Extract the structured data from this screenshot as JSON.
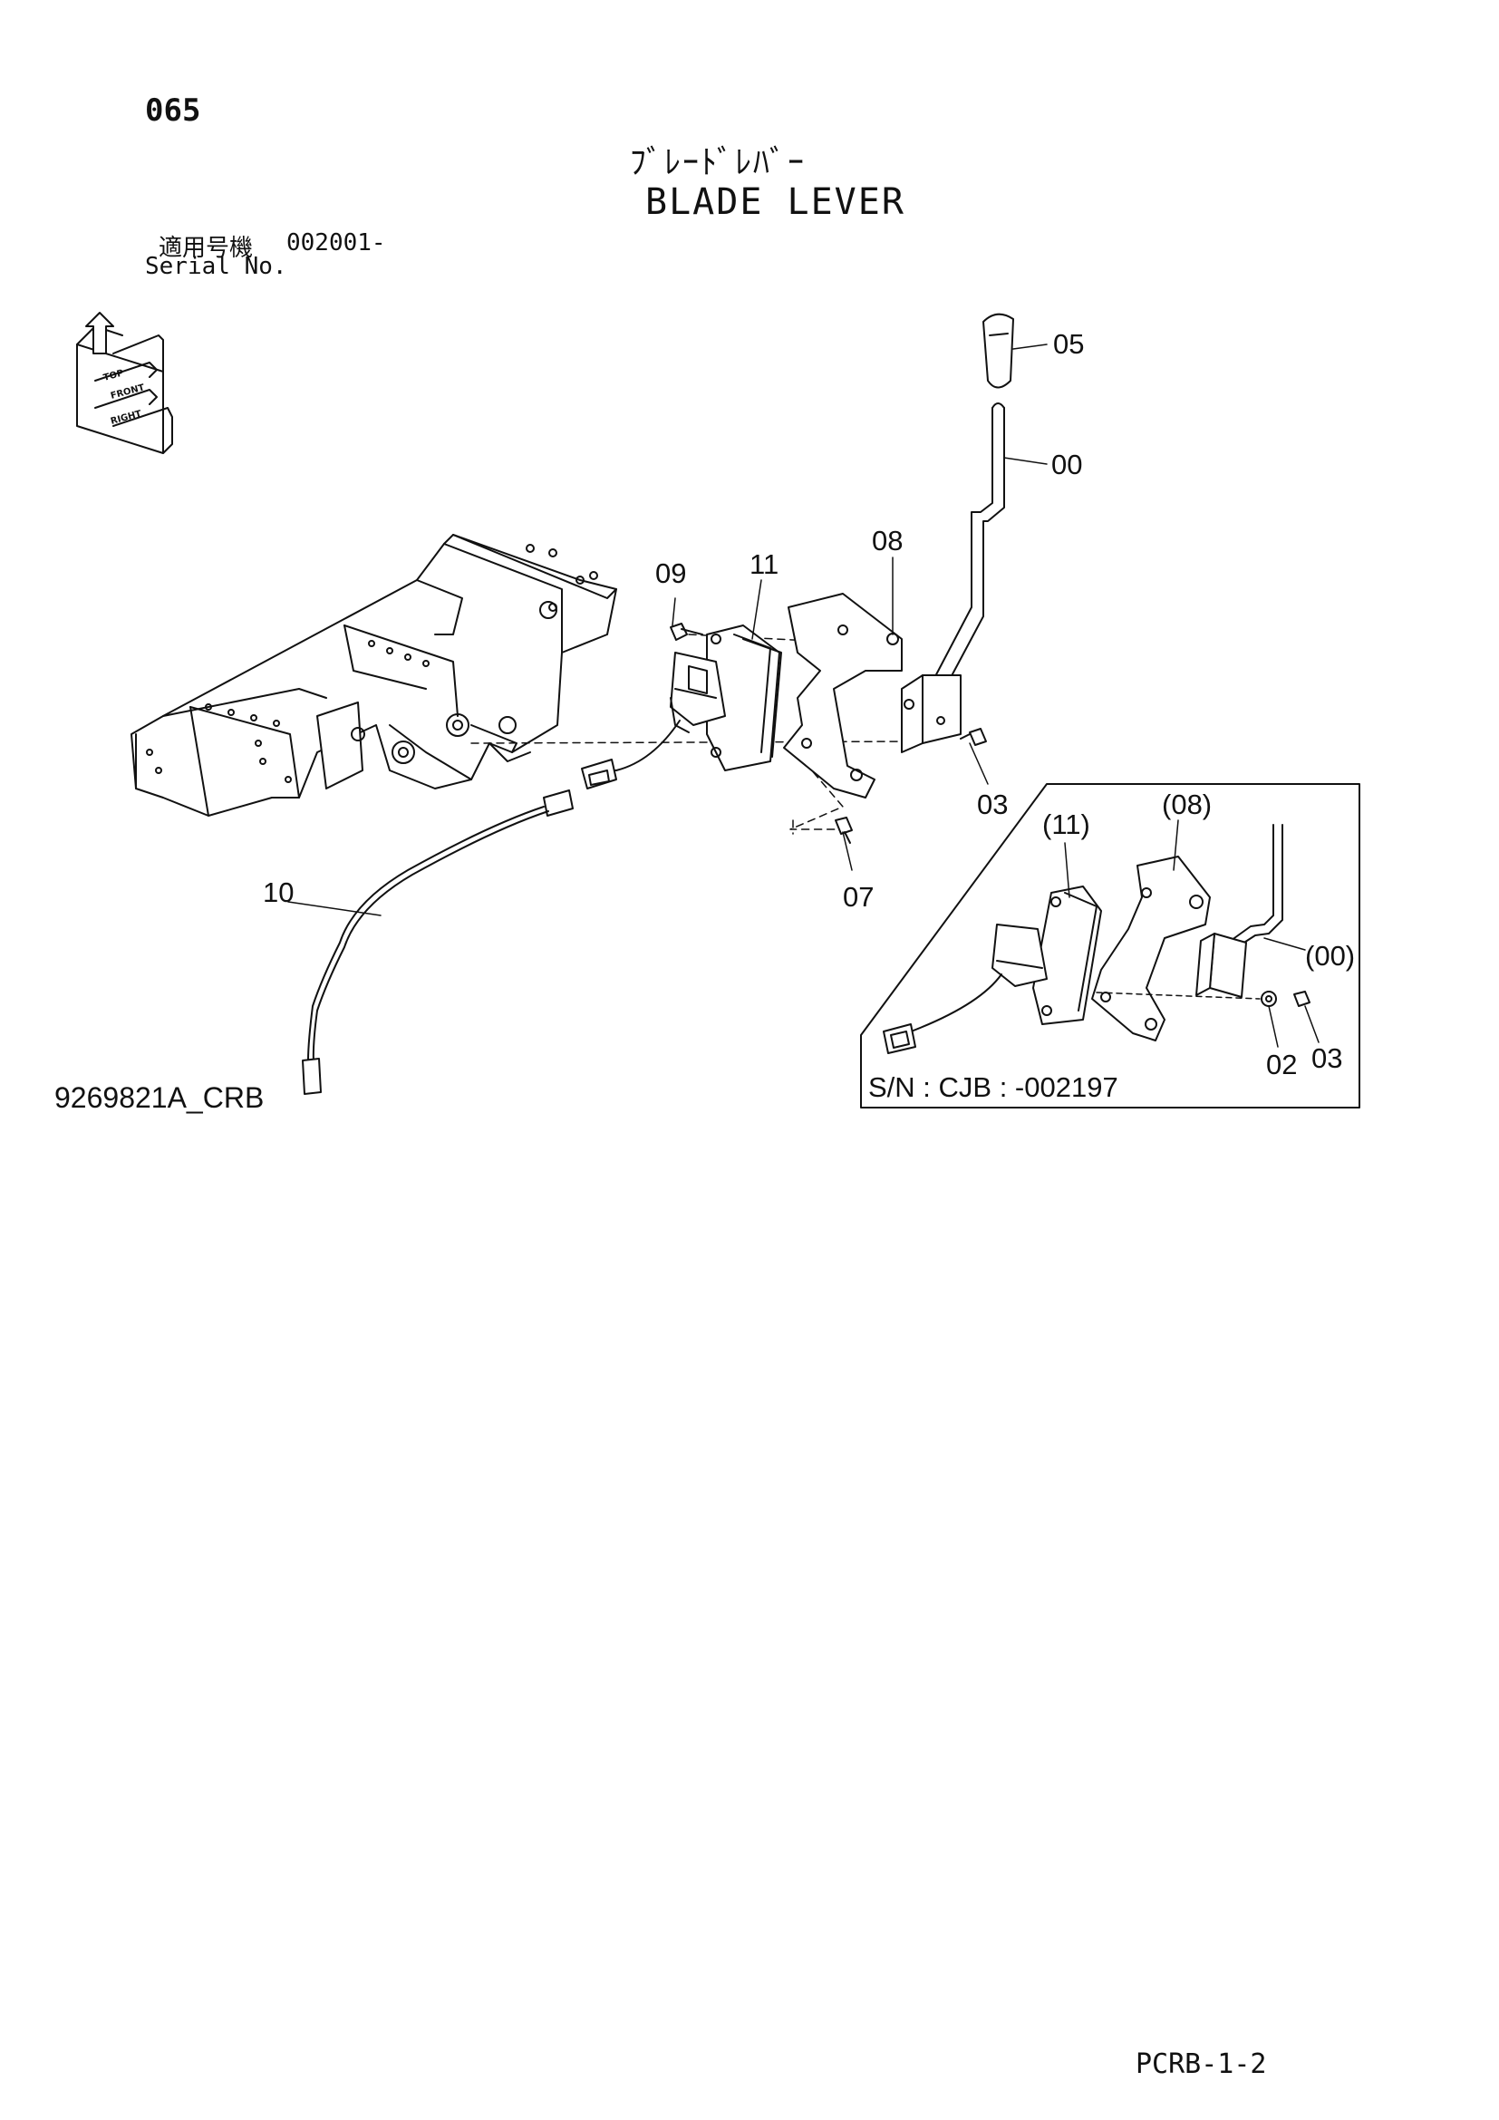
{
  "header": {
    "page_number": "065",
    "title_jp": "ﾌﾞﾚｰﾄﾞﾚﾊﾞｰ",
    "title_en": "BLADE LEVER",
    "serial_label_jp": "適用号機",
    "serial_value": "002001-",
    "serial_label_en": "Serial No."
  },
  "orientation": {
    "top": "TOP",
    "front": "FRONT",
    "right": "RIGHT"
  },
  "callouts": {
    "c05": "05",
    "c00": "00",
    "c08": "08",
    "c09": "09",
    "c11": "11",
    "c03": "03",
    "c07": "07",
    "c10": "10"
  },
  "inset": {
    "c11": "(11)",
    "c08": "(08)",
    "c00": "(00)",
    "c02": "02",
    "c03": "03",
    "serial_note": "S/N : CJB : -002197"
  },
  "footer": {
    "drawing_id": "9269821A_CRB",
    "page_code": "PCRB-1-2"
  }
}
